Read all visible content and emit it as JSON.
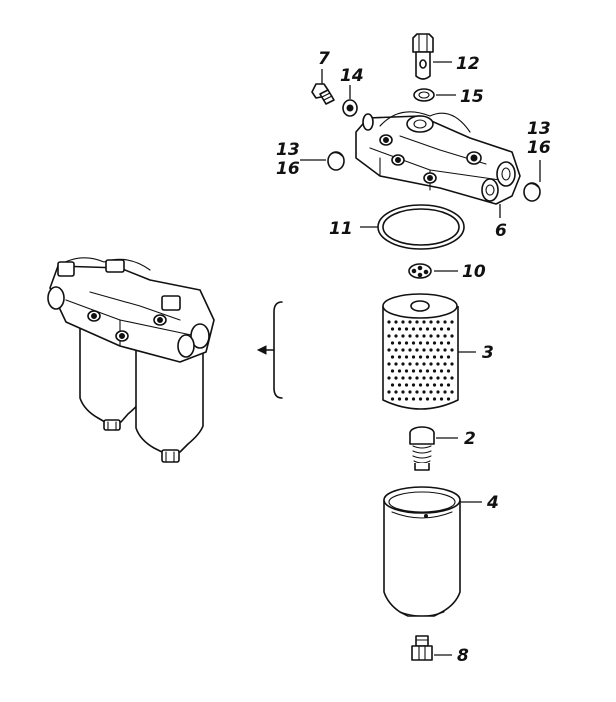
{
  "diagram": {
    "type": "exploded-parts-view",
    "callouts": {
      "c7": "7",
      "c14": "14",
      "c12": "12",
      "c15": "15",
      "c13_left": "13",
      "c16_left": "16",
      "c13_right": "13",
      "c16_right": "16",
      "c6": "6",
      "c11": "11",
      "c10": "10",
      "c3": "3",
      "c2": "2",
      "c4": "4",
      "c8": "8"
    }
  }
}
